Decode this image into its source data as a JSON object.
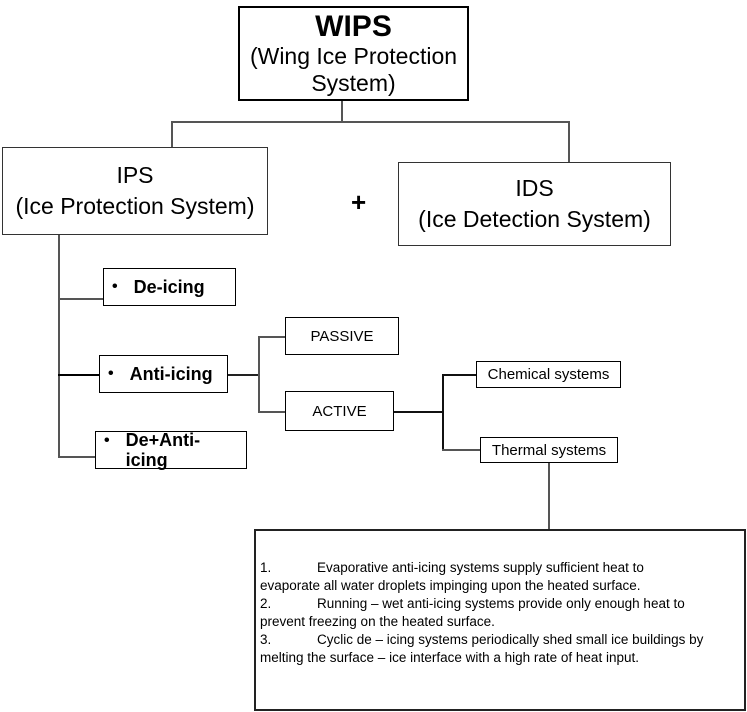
{
  "diagram": {
    "root": {
      "title": "WIPS",
      "subtitle_line1": "(Wing Ice Protection",
      "subtitle_line2": "System)"
    },
    "ips": {
      "title": "IPS",
      "subtitle": "(Ice Protection System)"
    },
    "plus_sign": "+",
    "ids": {
      "title": "IDS",
      "subtitle": "(Ice Detection System)"
    },
    "ips_children": [
      {
        "bullet": "•",
        "label": "De-icing"
      },
      {
        "bullet": "•",
        "label": "Anti-icing"
      },
      {
        "bullet": "•",
        "label_line1": "De+Anti-",
        "label_line2": "icing"
      }
    ],
    "anti_icing_children": {
      "passive": "PASSIVE",
      "active": "ACTIVE"
    },
    "active_children": {
      "chemical": "Chemical systems",
      "thermal": "Thermal systems"
    },
    "thermal_notes": [
      {
        "num": "1.",
        "text": "Evaporative anti-icing systems supply sufficient heat to",
        "cont": "evaporate all water droplets impinging upon the heated surface."
      },
      {
        "num": "2.",
        "text": "Running – wet anti-icing systems provide only enough heat to",
        "cont": "prevent freezing on the heated surface."
      },
      {
        "num": "3.",
        "text": "Cyclic de – icing systems periodically shed small ice buildings by",
        "cont": "melting the surface – ice interface with a high rate of heat input."
      }
    ]
  }
}
